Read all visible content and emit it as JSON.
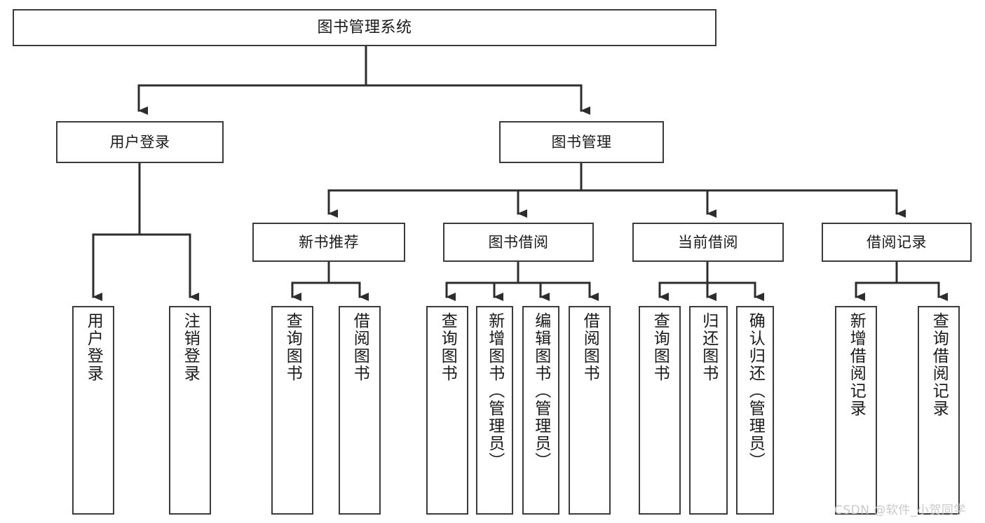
{
  "diagram": {
    "title": "图书管理系统",
    "type": "hierarchy-tree",
    "colors": {
      "box_border": "#3b3b3b",
      "box_fill": "#ffffff",
      "connector": "#2d2d2d",
      "text": "#1a1a1a",
      "watermark": "#c9c9c9"
    },
    "root": {
      "label": "图书管理系统"
    },
    "level2": [
      {
        "label": "用户登录"
      },
      {
        "label": "图书管理"
      }
    ],
    "level3": [
      {
        "label": "新书推荐"
      },
      {
        "label": "图书借阅"
      },
      {
        "label": "当前借阅"
      },
      {
        "label": "借阅记录"
      }
    ],
    "leaves": {
      "user_login": [
        {
          "label": "用户登录"
        },
        {
          "label": "注销登录"
        }
      ],
      "new_book_recommend": [
        {
          "label": "查询图书"
        },
        {
          "label": "借阅图书"
        }
      ],
      "book_borrow": [
        {
          "label": "查询图书"
        },
        {
          "label": "新增图书（管理员）"
        },
        {
          "label": "编辑图书（管理员）"
        },
        {
          "label": "借阅图书"
        }
      ],
      "current_borrow": [
        {
          "label": "查询图书"
        },
        {
          "label": "归还图书"
        },
        {
          "label": "确认归还（管理员）"
        }
      ],
      "borrow_record": [
        {
          "label": "新增借阅记录"
        },
        {
          "label": "查询借阅记录"
        }
      ]
    }
  },
  "watermark": {
    "text": "CSDN @软件_小贺同学"
  }
}
